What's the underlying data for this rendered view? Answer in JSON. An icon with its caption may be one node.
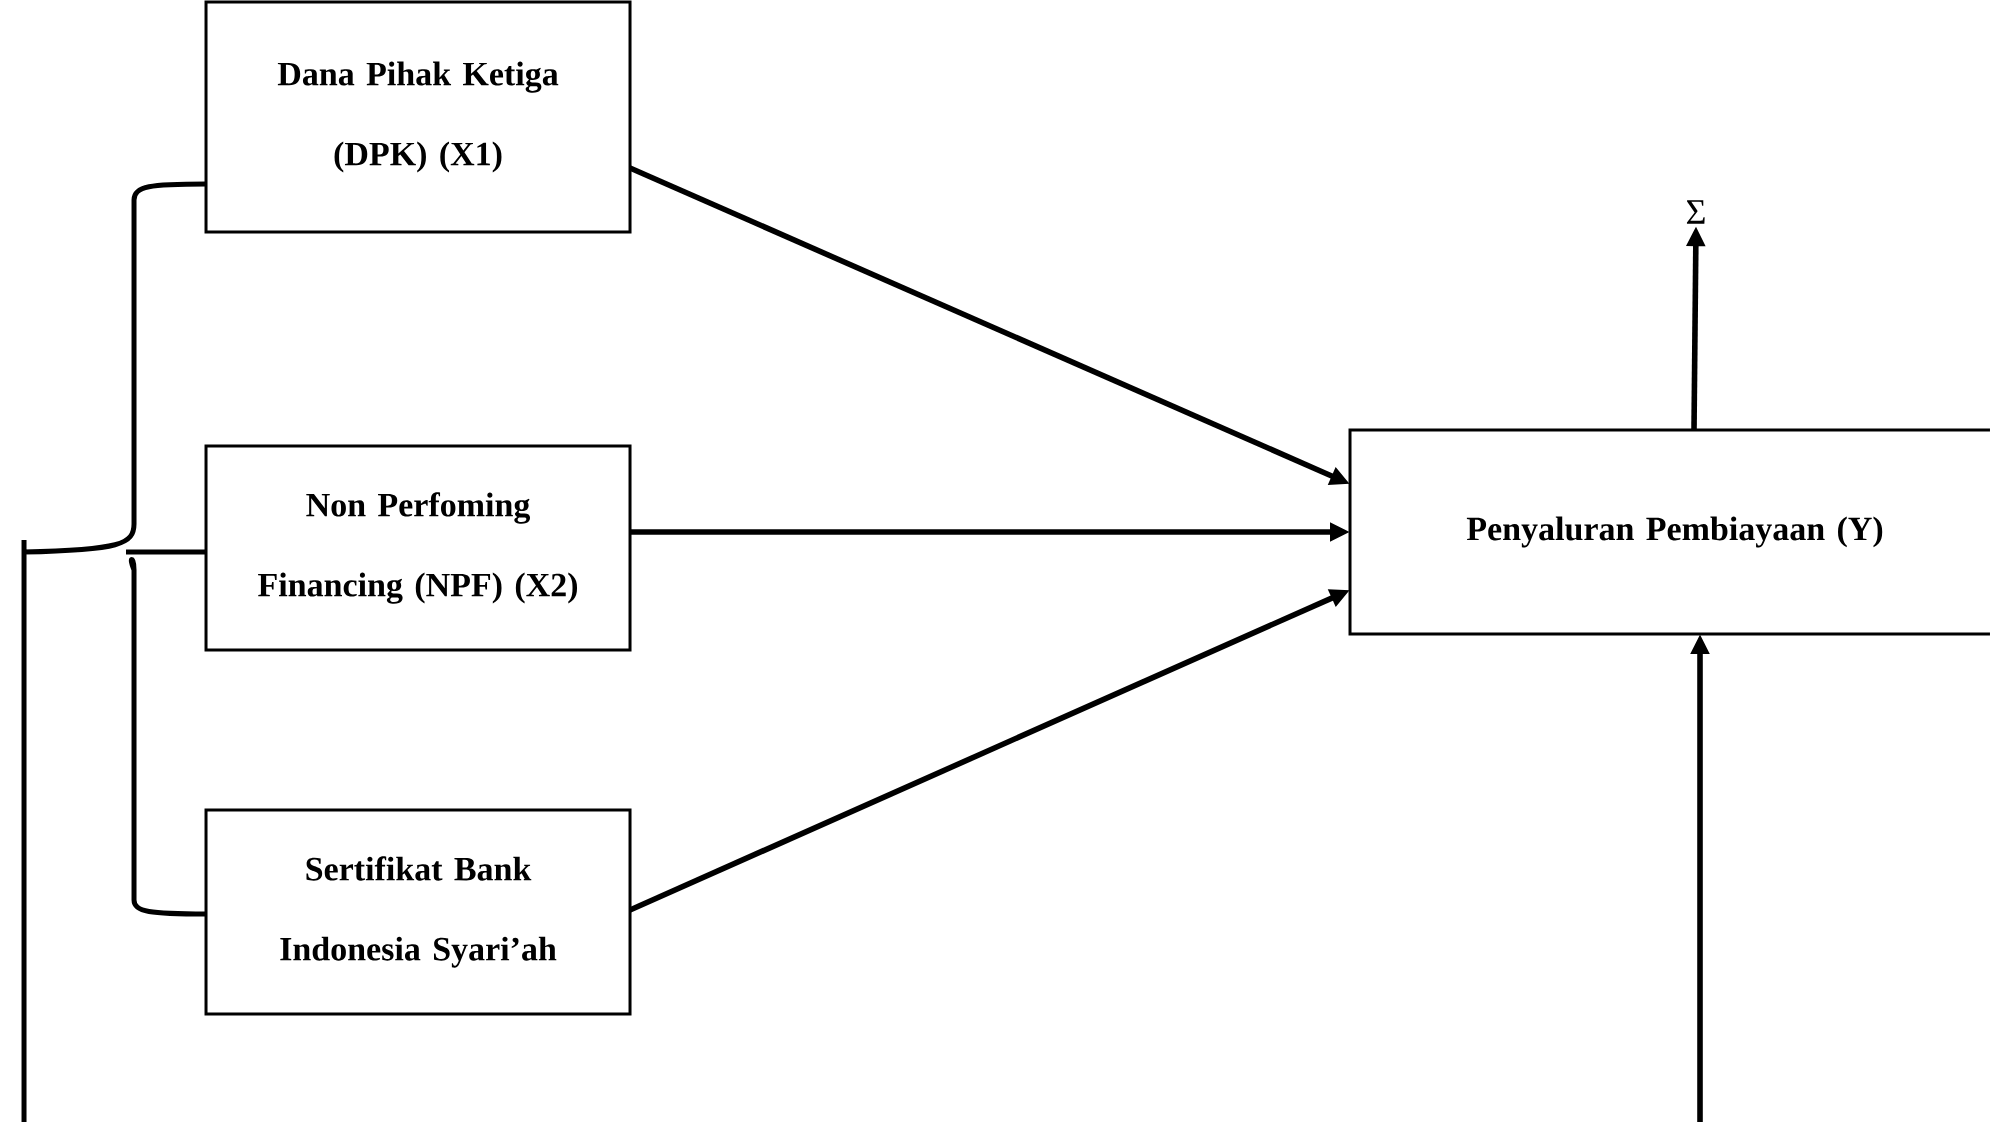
{
  "diagram": {
    "nodes": [
      {
        "text": [
          "Dana Pihak Ketiga (DPK) (X1)"
        ]
      },
      {
        "text": [
          "Non Perfoming Financing (NPF) (X2)"
        ]
      },
      {
        "text": [
          "Sertifikat Bank Indonesia Syari’ah"
        ]
      },
      {
        "text": [
          "Penyaluran Pembiayaan (Y)"
        ]
      },
      {
        "text": [
          "Σ"
        ]
      }
    ],
    "edges": [
      {
        "from": 0,
        "to": 3,
        "arrow": "to"
      },
      {
        "from": 1,
        "to": 3,
        "arrow": "to"
      },
      {
        "from": 2,
        "to": 3,
        "arrow": "to"
      },
      {
        "from": 3,
        "to": 4,
        "arrow": "to"
      },
      {
        "from": null,
        "to": 3,
        "arrow": "to"
      }
    ]
  }
}
